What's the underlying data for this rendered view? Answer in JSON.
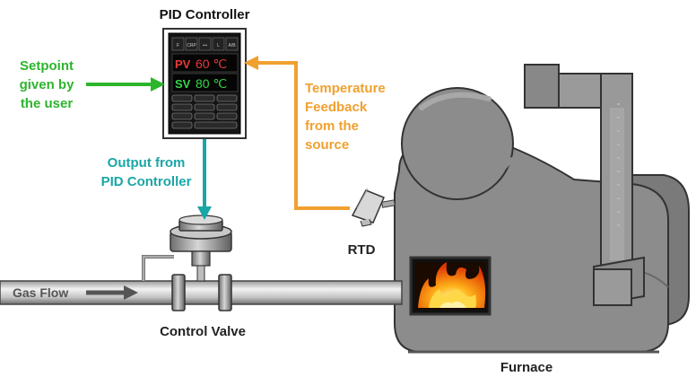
{
  "labels": {
    "controller_title": "PID Controller",
    "setpoint_line1": "Setpoint",
    "setpoint_line2": "given by",
    "setpoint_line3": "the user",
    "feedback_line1": "Temperature",
    "feedback_line2": "Feedback",
    "feedback_line3": "from the",
    "feedback_line4": "source",
    "output_line1": "Output from",
    "output_line2": "PID Controller",
    "rtd": "RTD",
    "gas_flow": "Gas Flow",
    "control_valve": "Control Valve",
    "furnace": "Furnace"
  },
  "controller": {
    "top_keys": [
      "F",
      "CRP",
      "++",
      "L",
      "A/B"
    ],
    "pv_label": "PV",
    "pv_value": "60 ℃",
    "sv_label": "SV",
    "sv_value": "80 ℃"
  },
  "colors": {
    "setpoint_arrow": "#2db52d",
    "feedback_arrow": "#f0a030",
    "output_arrow": "#1aa6a6",
    "pv_red": "#e83a3a",
    "sv_green": "#34d84a",
    "furnace_gray": "#8c8c8c"
  }
}
